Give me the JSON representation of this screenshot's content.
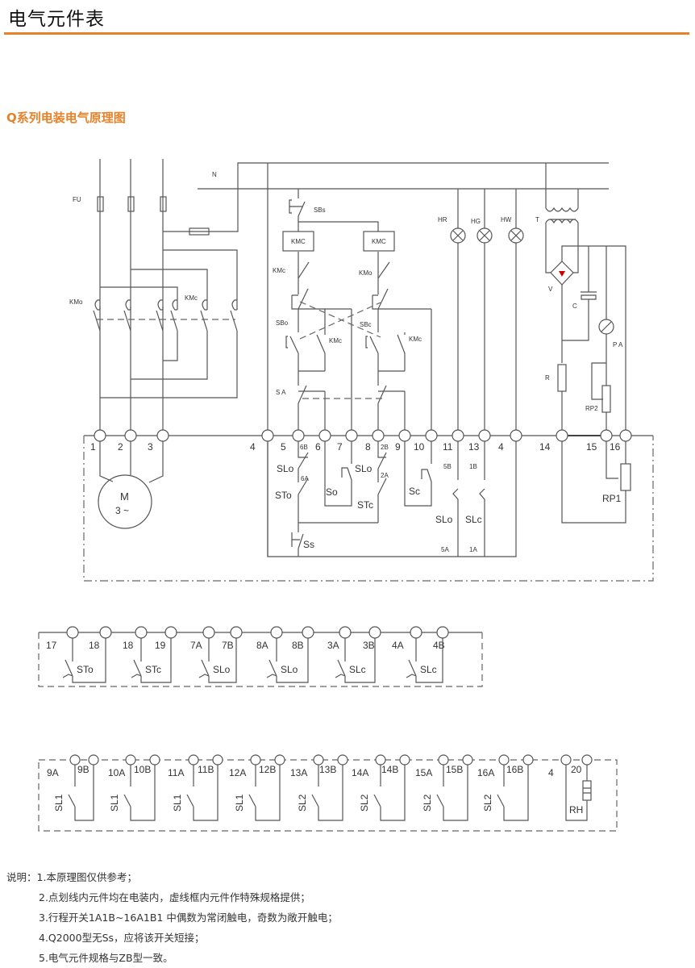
{
  "header": {
    "title": "电气元件表",
    "subtitle": "Q系列电装电气原理图"
  },
  "colors": {
    "accent": "#e8822a",
    "diode": "#cc0000"
  },
  "main": {
    "labels": {
      "fu": "FU",
      "n": "N",
      "kmo": "KMo",
      "kmc": "KMc",
      "sbs": "SBs",
      "kmc_coil": "KMC",
      "kmc_c1": "KMc",
      "kmo_c2": "KMo",
      "sbo": "SBo",
      "sbc": "SBc",
      "kmc_a": "KMc",
      "kmc_b": "KMc",
      "sa": "S A",
      "hr": "HR",
      "hg": "HG",
      "hw": "HW",
      "t": "T",
      "v": "V",
      "c": "C",
      "pa": "P A",
      "r": "R",
      "rp2": "RP2",
      "rp1": "RP1",
      "motor_m": "M",
      "motor_phase": "3 ~"
    },
    "terminals": [
      "1",
      "2",
      "3",
      "4",
      "5",
      "6",
      "7",
      "8",
      "9",
      "10",
      "11",
      "13",
      "4",
      "14",
      "15",
      "16"
    ],
    "sub_labels": {
      "6B": "6B",
      "6A": "6A",
      "2B": "2B",
      "2A": "2A",
      "5B": "5B",
      "1B": "1B",
      "5A": "5A",
      "1A": "1A"
    },
    "lower_labels": {
      "slo1": "SLo",
      "sto": "STo",
      "so": "So",
      "slo2": "SLo",
      "stc": "STc",
      "sc": "Sc",
      "slo3": "SLo",
      "slc": "SLc",
      "ss": "Ss"
    }
  },
  "box1": {
    "terminals": [
      "17",
      "18",
      "18",
      "19",
      "7A",
      "7B",
      "8A",
      "8B",
      "3A",
      "3B",
      "4A",
      "4B"
    ],
    "switches": [
      "STo",
      "STc",
      "SLo",
      "SLo",
      "SLc",
      "SLc"
    ]
  },
  "box2": {
    "terminals": [
      "9A",
      "9B",
      "10A",
      "10B",
      "11A",
      "11B",
      "12A",
      "12B",
      "13A",
      "13B",
      "14A",
      "14B",
      "15A",
      "15B",
      "16A",
      "16B",
      "4",
      "20"
    ],
    "switches": [
      "SL1",
      "SL1",
      "SL1",
      "SL1",
      "SL2",
      "SL2",
      "SL2",
      "SL2"
    ],
    "heater": "RH"
  },
  "notes": {
    "prefix": "说明：",
    "items": [
      "1.本原理图仅供参考；",
      "2.点划线内元件均在电装内，虚线框内元件作特殊规格提供；",
      "3.行程开关1A1B~16A1B1 中偶数为常闭触电，奇数为敞开触电；",
      "4.Q2000型无Ss，应将该开关短接；",
      "5.电气元件规格与ZB型一致。"
    ]
  }
}
